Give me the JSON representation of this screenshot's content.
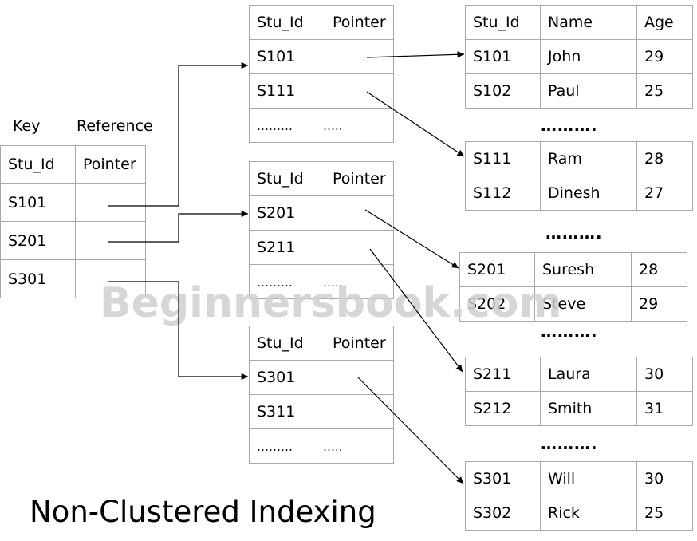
{
  "title": "Non-Clustered Indexing",
  "watermark": "Beginnersbook.com",
  "outer_index": {
    "key_label": "Key",
    "reference_label": "Reference",
    "headers": [
      "Stu_Id",
      "Pointer"
    ],
    "rows": [
      "S101",
      "S201",
      "S301"
    ]
  },
  "inner_indexes": [
    {
      "headers": [
        "Stu_Id",
        "Pointer"
      ],
      "rows": [
        "S101",
        "S111"
      ],
      "ellipsis": [
        "………",
        "….."
      ]
    },
    {
      "headers": [
        "Stu_Id",
        "Pointer"
      ],
      "rows": [
        "S201",
        "S211"
      ],
      "ellipsis": [
        "………",
        "….."
      ]
    },
    {
      "headers": [
        "Stu_Id",
        "Pointer"
      ],
      "rows": [
        "S301",
        "S311"
      ],
      "ellipsis": [
        "………",
        "….."
      ]
    }
  ],
  "data_headers": [
    "Stu_Id",
    "Name",
    "Age"
  ],
  "data_blocks": [
    [
      [
        "S101",
        "John",
        "29"
      ],
      [
        "S102",
        "Paul",
        "25"
      ]
    ],
    [
      [
        "S111",
        "Ram",
        "28"
      ],
      [
        "S112",
        "Dinesh",
        "27"
      ]
    ],
    [
      [
        "S201",
        "Suresh",
        "28"
      ],
      [
        "S202",
        "Steve",
        "29"
      ]
    ],
    [
      [
        "S211",
        "Laura",
        "30"
      ],
      [
        "S212",
        "Smith",
        "31"
      ]
    ],
    [
      [
        "S301",
        "Will",
        "30"
      ],
      [
        "S302",
        "Rick",
        "25"
      ]
    ]
  ],
  "gap_dots": [
    "……….",
    "……….",
    "……….",
    "………."
  ]
}
